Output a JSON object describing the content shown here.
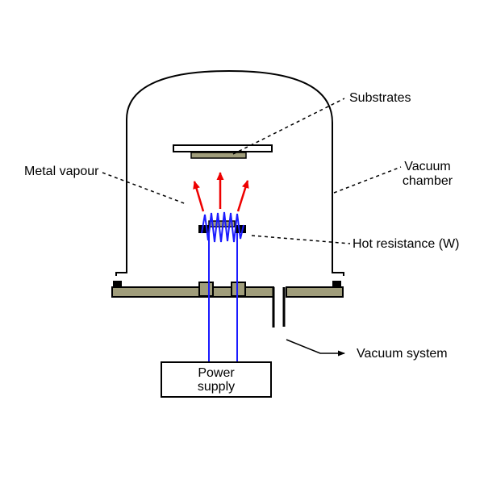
{
  "colors": {
    "bg": "#ffffff",
    "text": "#000000",
    "outline": "#000000",
    "metal": "#a09d7b",
    "wire": "#1a1aff",
    "vapour": "#ee0000"
  },
  "labels": {
    "substrates": "Substrates",
    "metal_vapour": "Metal vapour",
    "vacuum_chamber": "Vacuum\nchamber",
    "hot_resistance": "Hot resistance (W)",
    "vacuum_system": "Vacuum system",
    "power_supply": "Power\nsupply"
  }
}
